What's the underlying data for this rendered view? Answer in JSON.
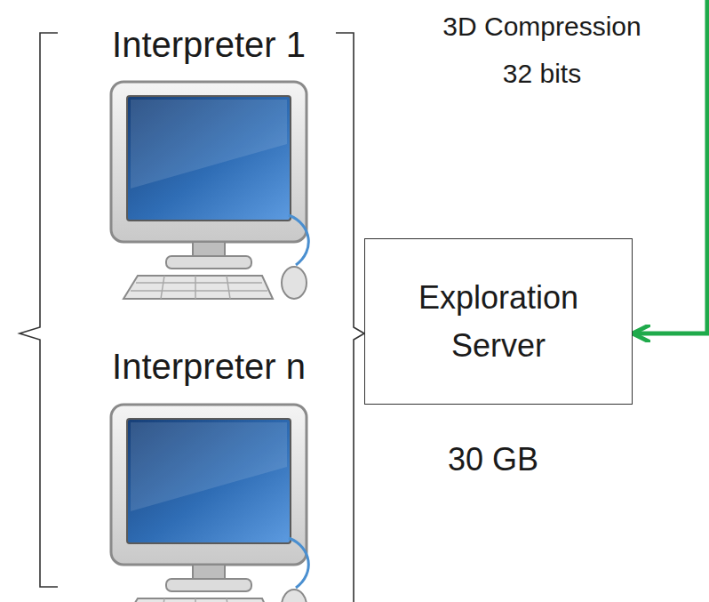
{
  "diagram": {
    "nodes": [
      {
        "text": [
          "Exploration Server"
        ]
      }
    ],
    "labels": [
      "3D Compression",
      "32 bits",
      "Interpreter 1",
      "Interpreter n",
      "30 GB"
    ]
  }
}
